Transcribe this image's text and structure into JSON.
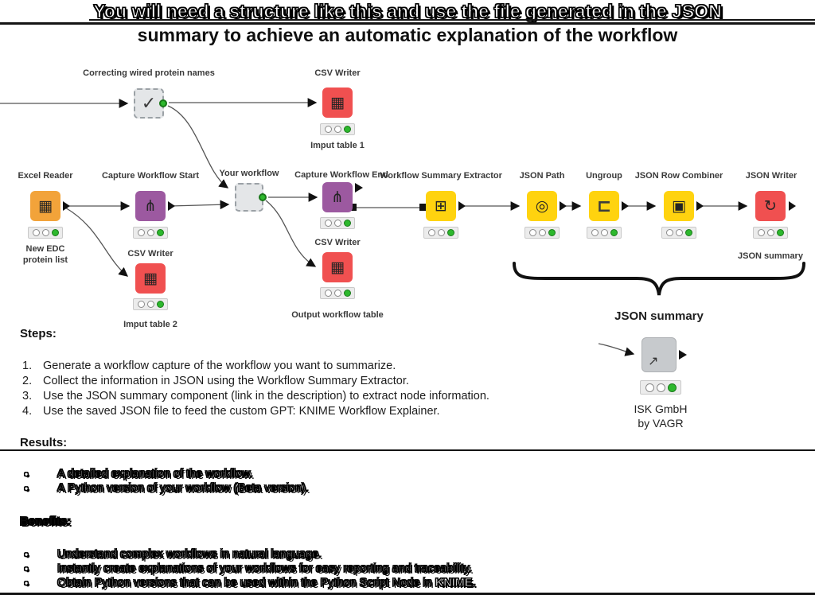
{
  "title": {
    "line1": "You will need a structure like this and use the file generated in the JSON",
    "line2": "summary to achieve an automatic explanation of the workflow"
  },
  "workflow": {
    "nodes": [
      {
        "id": "correcting-wired-protein-names",
        "label": "Correcting wired protein names",
        "glyph": "✓"
      },
      {
        "id": "csv-writer-1",
        "label": "CSV Writer",
        "glyph": "▦",
        "annotation": "Imput table 1"
      },
      {
        "id": "excel-reader",
        "label": "Excel Reader",
        "glyph": "▦",
        "annotation": "New EDC protein list"
      },
      {
        "id": "capture-workflow-start",
        "label": "Capture Workflow Start",
        "glyph": "⋔"
      },
      {
        "id": "your-workflow",
        "label": "Your workflow"
      },
      {
        "id": "capture-workflow-end",
        "label": "Capture Workflow End",
        "glyph": "⋔"
      },
      {
        "id": "csv-writer-2",
        "label": "CSV Writer",
        "glyph": "▦",
        "annotation": "Imput table 2"
      },
      {
        "id": "csv-writer-3",
        "label": "CSV Writer",
        "glyph": "▦",
        "annotation": "Output workflow table"
      },
      {
        "id": "workflow-summary-extractor",
        "label": "Workflow Summary Extractor",
        "glyph": "⊞"
      },
      {
        "id": "json-path",
        "label": "JSON Path",
        "glyph": "◎"
      },
      {
        "id": "ungroup",
        "label": "Ungroup",
        "glyph": "⊏"
      },
      {
        "id": "json-row-combiner",
        "label": "JSON Row Combiner",
        "glyph": "▣"
      },
      {
        "id": "json-writer",
        "label": "JSON Writer",
        "glyph": "↻",
        "annotation": "JSON summary"
      },
      {
        "id": "json-summary-component",
        "label": "JSON summary",
        "glyph": "↗",
        "author_line1": "ISK GmbH",
        "author_line2": "by VAGR"
      }
    ],
    "brace_label": "JSON summary"
  },
  "steps": {
    "heading": "Steps:",
    "items": [
      {
        "num": "1.",
        "text": "Generate a workflow capture of the workflow you want to summarize."
      },
      {
        "num": "2.",
        "text": "Collect the information in JSON using the Workflow Summary Extractor."
      },
      {
        "num": "3.",
        "text": "Use the JSON summary component (link in the description) to extract node information."
      },
      {
        "num": "4.",
        "text": "Use the saved JSON file to feed the custom GPT: KNIME Workflow Explainer."
      }
    ]
  },
  "results": {
    "heading": "Results:",
    "bullet_glyph": "●",
    "items": [
      "A detailed explanation of the workflow.",
      "A Python version of your workflow (Beta version)."
    ]
  },
  "benefits": {
    "heading": "Benefits:",
    "bullet_glyph": "●",
    "items": [
      "Understand complex workflows in natural language.",
      "Instantly create explanations of your workflows for easy reporting and traceability."
    ],
    "last_item": {
      "text": "Obtain Python versions that can be used within the Python Script Node in ",
      "bold": "KNIME."
    }
  },
  "colors": {
    "node_orange": "#F2A33A",
    "node_purple": "#9C59A0",
    "node_yellow": "#FFD30F",
    "node_red": "#F05050",
    "node_gray": "#C7CACD",
    "status_green": "#2DB82D",
    "wire": "#555555"
  }
}
